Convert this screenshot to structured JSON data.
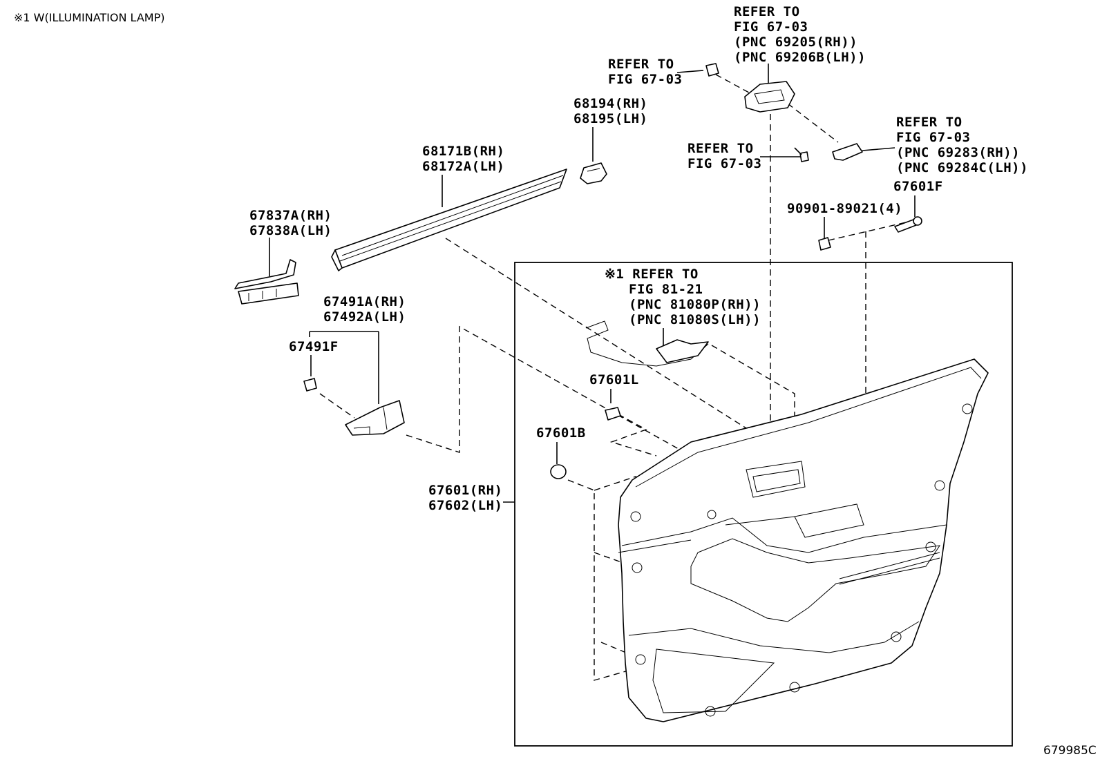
{
  "header_note": "※1 W(ILLUMINATION LAMP)",
  "figure_code": "679985C",
  "labels": {
    "refer_top": [
      "REFER TO",
      "FIG 67-03",
      "(PNC 69205(RH))",
      "(PNC 69206B(LH))"
    ],
    "refer_clip": [
      "REFER TO",
      "FIG 67-03"
    ],
    "refer_screw": [
      "REFER TO",
      "FIG 67-03"
    ],
    "refer_right": [
      "REFER TO",
      "FIG 67-03",
      "(PNC 69283(RH))",
      "(PNC 69284C(LH))"
    ],
    "refer_lamp": [
      "※1 REFER TO",
      "FIG 81-21",
      "(PNC 81080P(RH))",
      "(PNC 81080S(LH))"
    ],
    "p68194": [
      "68194(RH)",
      "68195(LH)"
    ],
    "p68171": [
      "68171B(RH)",
      "68172A(LH)"
    ],
    "p67837": [
      "67837A(RH)",
      "67838A(LH)"
    ],
    "p67491": [
      "67491A(RH)",
      "67492A(LH)"
    ],
    "p67491F": "67491F",
    "p67601F": "67601F",
    "p90901": "90901-89021(4)",
    "p67601L": "67601L",
    "p67601B": "67601B",
    "p67601": [
      "67601(RH)",
      "67602(LH)"
    ]
  }
}
